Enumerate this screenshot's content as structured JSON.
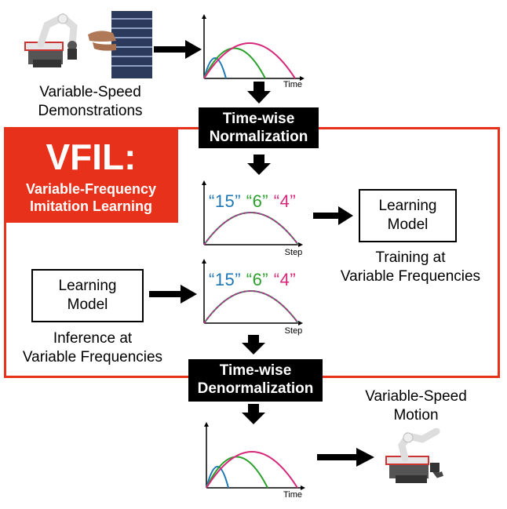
{
  "demonstrations_label": [
    "Variable-Speed",
    "Demonstrations"
  ],
  "normalization_box": [
    "Time-wise",
    "Normalization"
  ],
  "denormalization_box": [
    "Time-wise",
    "Denormalization"
  ],
  "vfil": {
    "title": "VFIL:",
    "subtitle": [
      "Variable-Frequency",
      "Imitation Learning"
    ]
  },
  "training_model": [
    "Learning",
    "Model"
  ],
  "training_caption": [
    "Training at",
    "Variable Frequencies"
  ],
  "inference_model": [
    "Learning",
    "Model"
  ],
  "inference_caption": [
    "Inference at",
    "Variable Frequencies"
  ],
  "motion_label": [
    "Variable-Speed",
    "Motion"
  ],
  "frequency_labels": [
    {
      "text": "“15”",
      "color": "#1f77b4"
    },
    {
      "text": "“6”",
      "color": "#2ca02c"
    },
    {
      "text": "“4”",
      "color": "#d6287a"
    }
  ],
  "axis_time": "Time",
  "axis_step": "Step",
  "colors": {
    "frame": "#e8311a",
    "blue": "#1f77b4",
    "green": "#2ca02c",
    "magenta": "#d6287a"
  },
  "icons": [
    "robot-arm-photo",
    "human-demonstrator-photo",
    "right-arrow",
    "down-arrow"
  ]
}
